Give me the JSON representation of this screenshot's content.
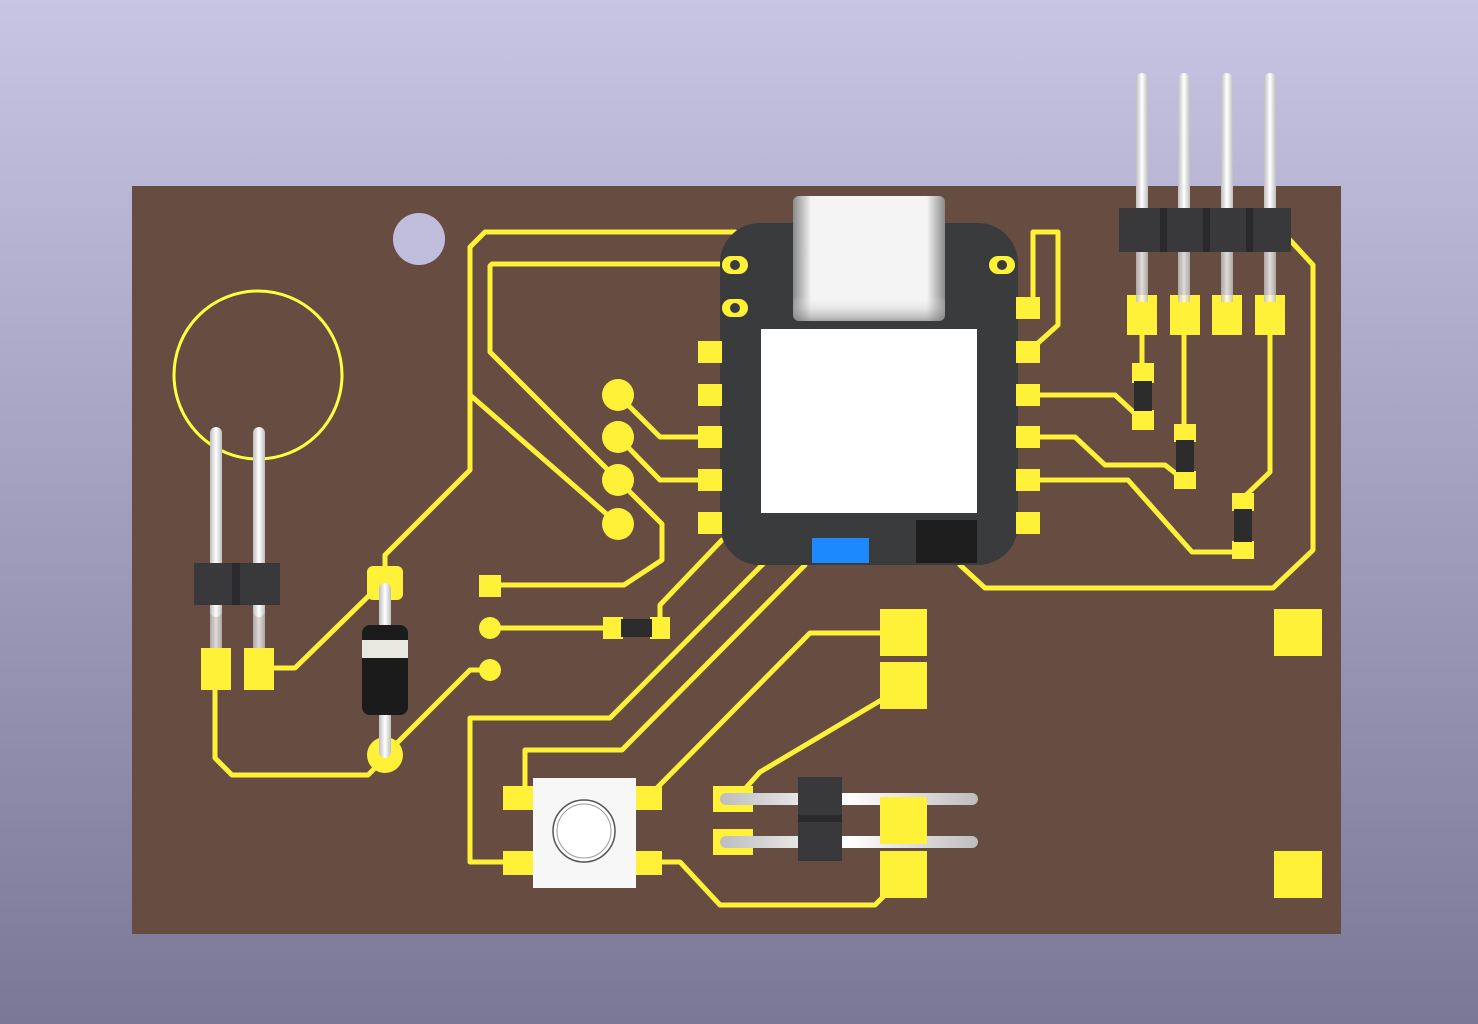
{
  "colors": {
    "background_top": "#c7c5e3",
    "background_bottom": "#7a7896",
    "board": "#674c42",
    "copper": "#fff137",
    "silkscreen": "#ffff40",
    "module_body": "#3a3b3d",
    "shield": "#ffffff",
    "led": "#1e88ff",
    "pin_metal": "#eeeeee",
    "header_plastic": "#39393b",
    "diode_body": "#1b1b1b",
    "diode_band": "#e8e8e0",
    "hole": "#c0bedc"
  },
  "board": {
    "components": [
      {
        "name": "microcontroller-module",
        "icon": "xiao-module-icon"
      },
      {
        "name": "usb-c-connector",
        "icon": "usb-c-icon"
      },
      {
        "name": "right-angle-header-4pin",
        "icon": "pin-header-icon"
      },
      {
        "name": "vertical-header-2pin",
        "icon": "pin-header-icon"
      },
      {
        "name": "right-angle-header-2pin",
        "icon": "pin-header-icon"
      },
      {
        "name": "axial-diode",
        "icon": "diode-icon"
      },
      {
        "name": "tactile-push-button",
        "icon": "button-icon"
      },
      {
        "name": "smd-resistors",
        "icon": "resistor-icon"
      },
      {
        "name": "buzzer-footprint",
        "icon": "circle-outline-icon"
      },
      {
        "name": "mounting-hole",
        "icon": "hole-icon"
      }
    ]
  }
}
